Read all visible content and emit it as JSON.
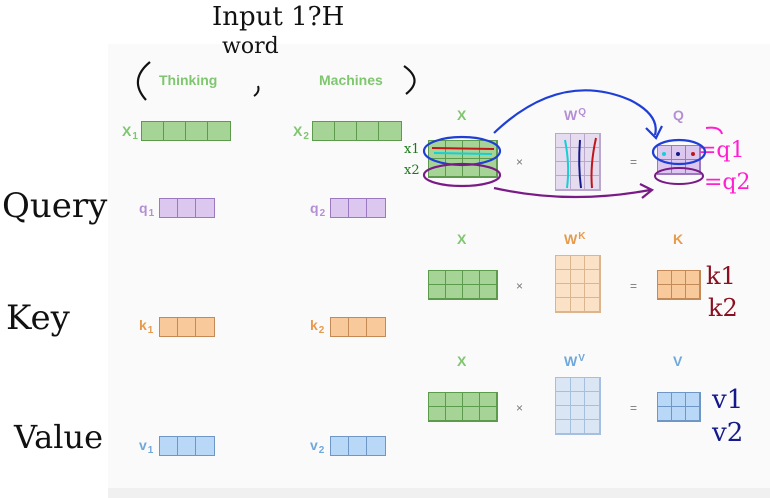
{
  "words": {
    "w1": "Thinking",
    "w2": "Machines"
  },
  "vectors": {
    "x1": "X1",
    "x2": "X2",
    "q1": "q1",
    "q2": "q2",
    "k1": "k1",
    "k2": "k2",
    "v1": "v1",
    "v2": "v2"
  },
  "labels": {
    "X": "X",
    "Q": "Q",
    "K": "K",
    "V": "V",
    "W": "W",
    "WQ_sup": "Q",
    "WK_sup": "K",
    "WV_sup": "V",
    "times": "×",
    "equals": "="
  },
  "handwriting": {
    "title_line1": "Input 1?H",
    "title_line2": "word",
    "query": "Query",
    "key": "Key",
    "value": "Value",
    "x1": "x1",
    "x2": "x2",
    "q1": "=q1",
    "q2": "=q2",
    "k1": "k1",
    "k2": "k2",
    "v1": "v1",
    "v2": "v2"
  },
  "colors": {
    "green": "#7fc66f",
    "purple": "#b48fd6",
    "orange": "#e89a4c",
    "blue": "#6fa8dc",
    "ink_blue": "#1f3ed6",
    "ink_purple": "#7a1a86",
    "ink_magenta": "#ff1fd1",
    "ink_darkred": "#8a1020",
    "ink_navy": "#141a8a",
    "ink_green": "#1a7a1a"
  }
}
